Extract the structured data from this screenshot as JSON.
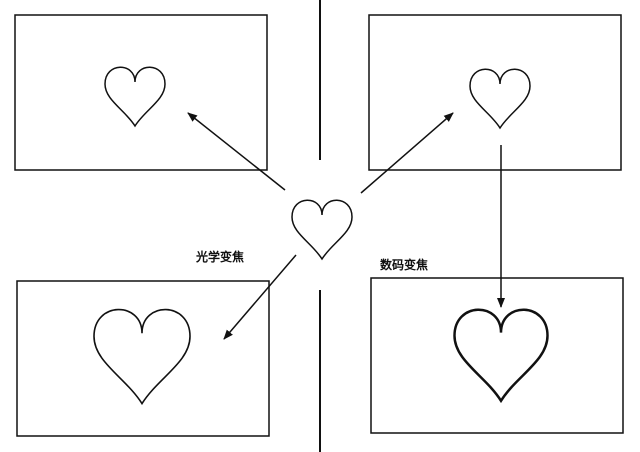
{
  "labels": {
    "optical_zoom": "光学变焦",
    "digital_zoom": "数码变焦"
  },
  "colors": {
    "line": "#111111",
    "background": "#ffffff"
  },
  "nodes": [
    "center-heart",
    "top-left-frame",
    "top-right-frame",
    "bottom-left-frame",
    "bottom-right-frame"
  ]
}
